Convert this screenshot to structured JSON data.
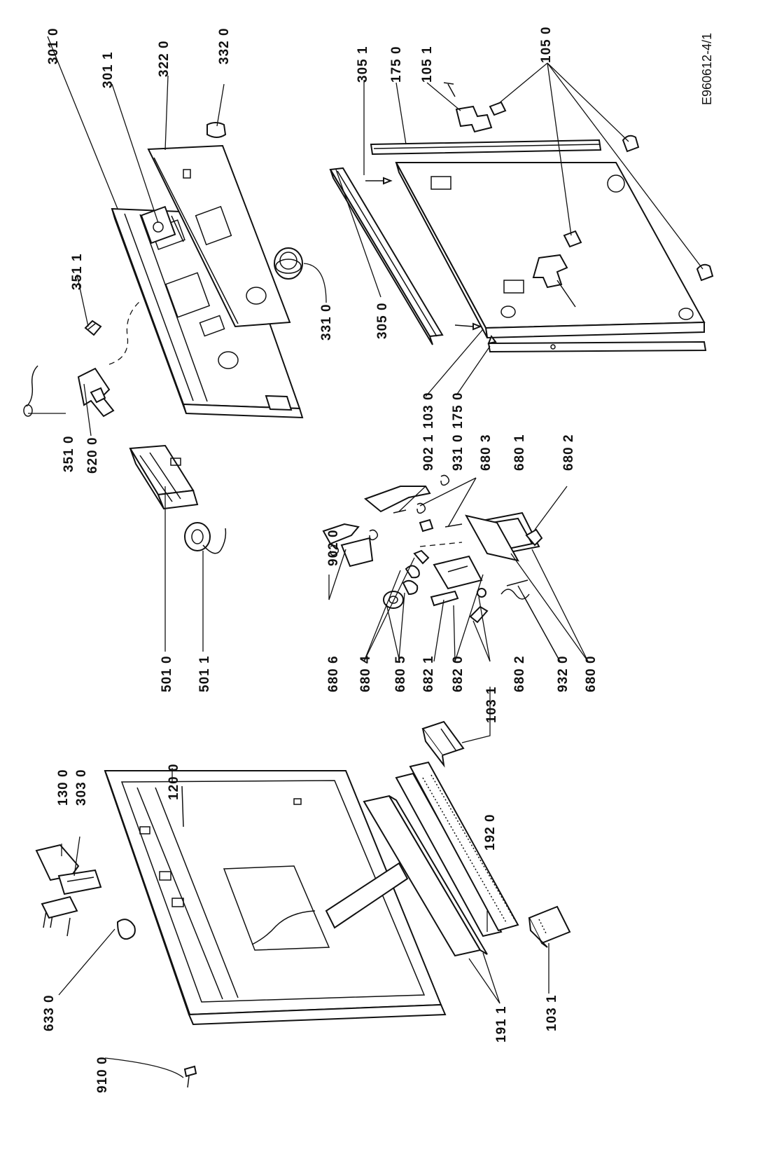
{
  "diagram": {
    "reference": "E960612-4/1",
    "labels": {
      "p301_0": "301 0",
      "p301_1": "301 1",
      "p322_0": "322 0",
      "p332_0": "332 0",
      "p351_1": "351 1",
      "p331_0": "331 0",
      "p305_0": "305 0",
      "p305_1": "305 1",
      "p175_0_top": "175 0",
      "p105_1": "105 1",
      "p105_0": "105 0",
      "p351_0": "351 0",
      "p620_0": "620 0",
      "p902_1": "902 1",
      "p103_0": "103 0",
      "p931_0": "931 0",
      "p175_0_mid": "175 0",
      "p680_3": "680 3",
      "p680_1": "680 1",
      "p680_2_top": "680 2",
      "p902_0": "902 0",
      "p501_0": "501 0",
      "p501_1": "501 1",
      "p680_6": "680 6",
      "p680_4": "680 4",
      "p680_5": "680 5",
      "p682_1": "682 1",
      "p682_0": "682 0",
      "p680_2_low": "680 2",
      "p932_0": "932 0",
      "p680_0": "680 0",
      "p103_1_mid": "103 1",
      "p130_0": "130 0",
      "p303_0": "303 0",
      "p120_0": "120 0",
      "p192_0": "192 0",
      "p633_0": "633 0",
      "p910_0": "910 0",
      "p191_1": "191 1",
      "p103_1_bot": "103 1"
    }
  }
}
